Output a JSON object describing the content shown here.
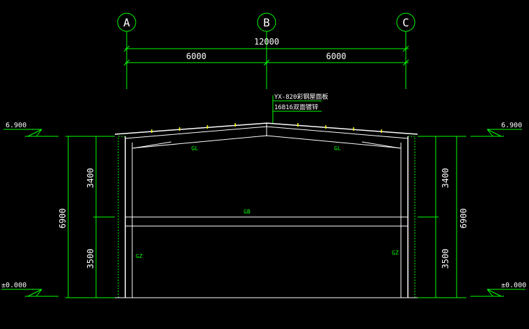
{
  "axes": {
    "a_label": "A",
    "b_label": "B",
    "c_label": "C"
  },
  "dimensions": {
    "overall_span": "12000",
    "span_left": "6000",
    "span_right": "6000",
    "height_total_left": "6900",
    "height_total_right": "6900",
    "height_upper_left": "3400",
    "height_upper_right": "3400",
    "height_lower_left": "3500",
    "height_lower_right": "3500"
  },
  "elevations": {
    "top_left": "6.900",
    "top_right": "6.900",
    "ground_left": "±0.000",
    "ground_right": "±0.000"
  },
  "annotations": {
    "roof_note_1": "YX-820彩钢屋面板",
    "roof_note_2": "16B16双面镀锌"
  },
  "member_labels": {
    "gl_left": "GL",
    "gl_right": "GL",
    "gb": "GB",
    "gz_left": "GZ",
    "gz_right": "GZ"
  },
  "colors": {
    "background": "#000000",
    "dimension_lines": "#00ff00",
    "text": "#ffffff",
    "structure": "#ffffff",
    "axis_circles": "#00ff00",
    "member_labels": "#00ff00",
    "note_text": "#ffff00",
    "column_hatch": "#00ff00",
    "purlins": "#ffff00"
  }
}
